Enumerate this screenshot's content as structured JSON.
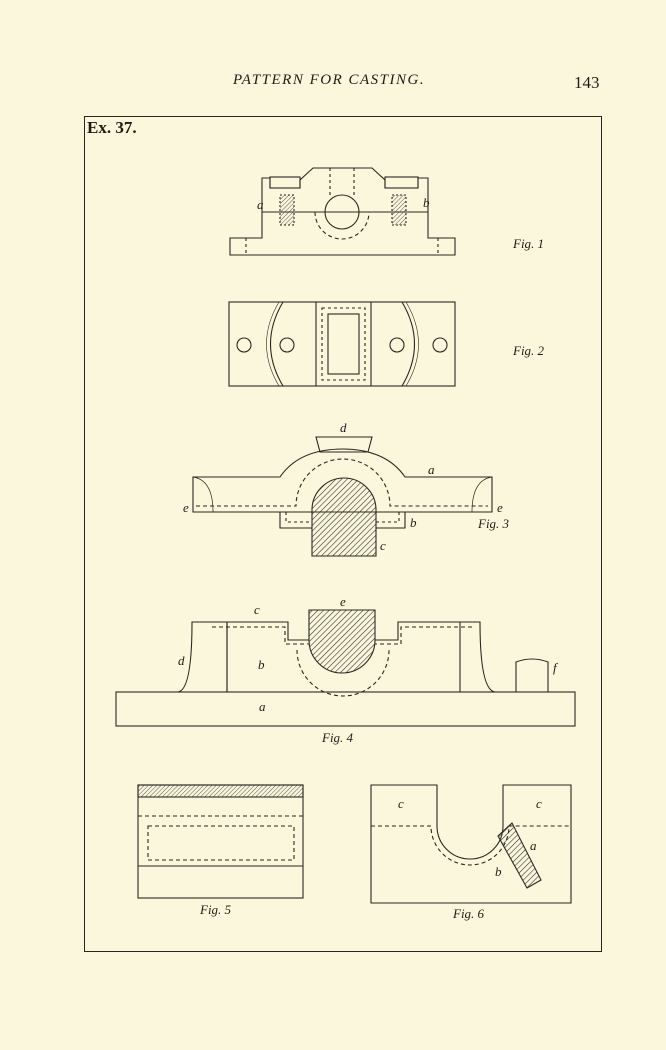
{
  "header": {
    "title": "PATTERN FOR CASTING.",
    "page_number": "143"
  },
  "plate": {
    "example_label": "Ex. 37."
  },
  "figures": {
    "fig1": {
      "caption": "Fig. 1",
      "labels": {
        "a": "a",
        "b": "b"
      }
    },
    "fig2": {
      "caption": "Fig. 2"
    },
    "fig3": {
      "caption": "Fig. 3",
      "labels": {
        "a": "a",
        "b": "b",
        "c": "c",
        "d": "d",
        "e_left": "e",
        "e_right": "e"
      }
    },
    "fig4": {
      "caption": "Fig. 4",
      "labels": {
        "a": "a",
        "b": "b",
        "c": "c",
        "d": "d",
        "e": "e",
        "f": "f"
      }
    },
    "fig5": {
      "caption": "Fig. 5"
    },
    "fig6": {
      "caption": "Fig. 6",
      "labels": {
        "a": "a",
        "b": "b",
        "c_left": "c",
        "c_right": "c"
      }
    }
  }
}
